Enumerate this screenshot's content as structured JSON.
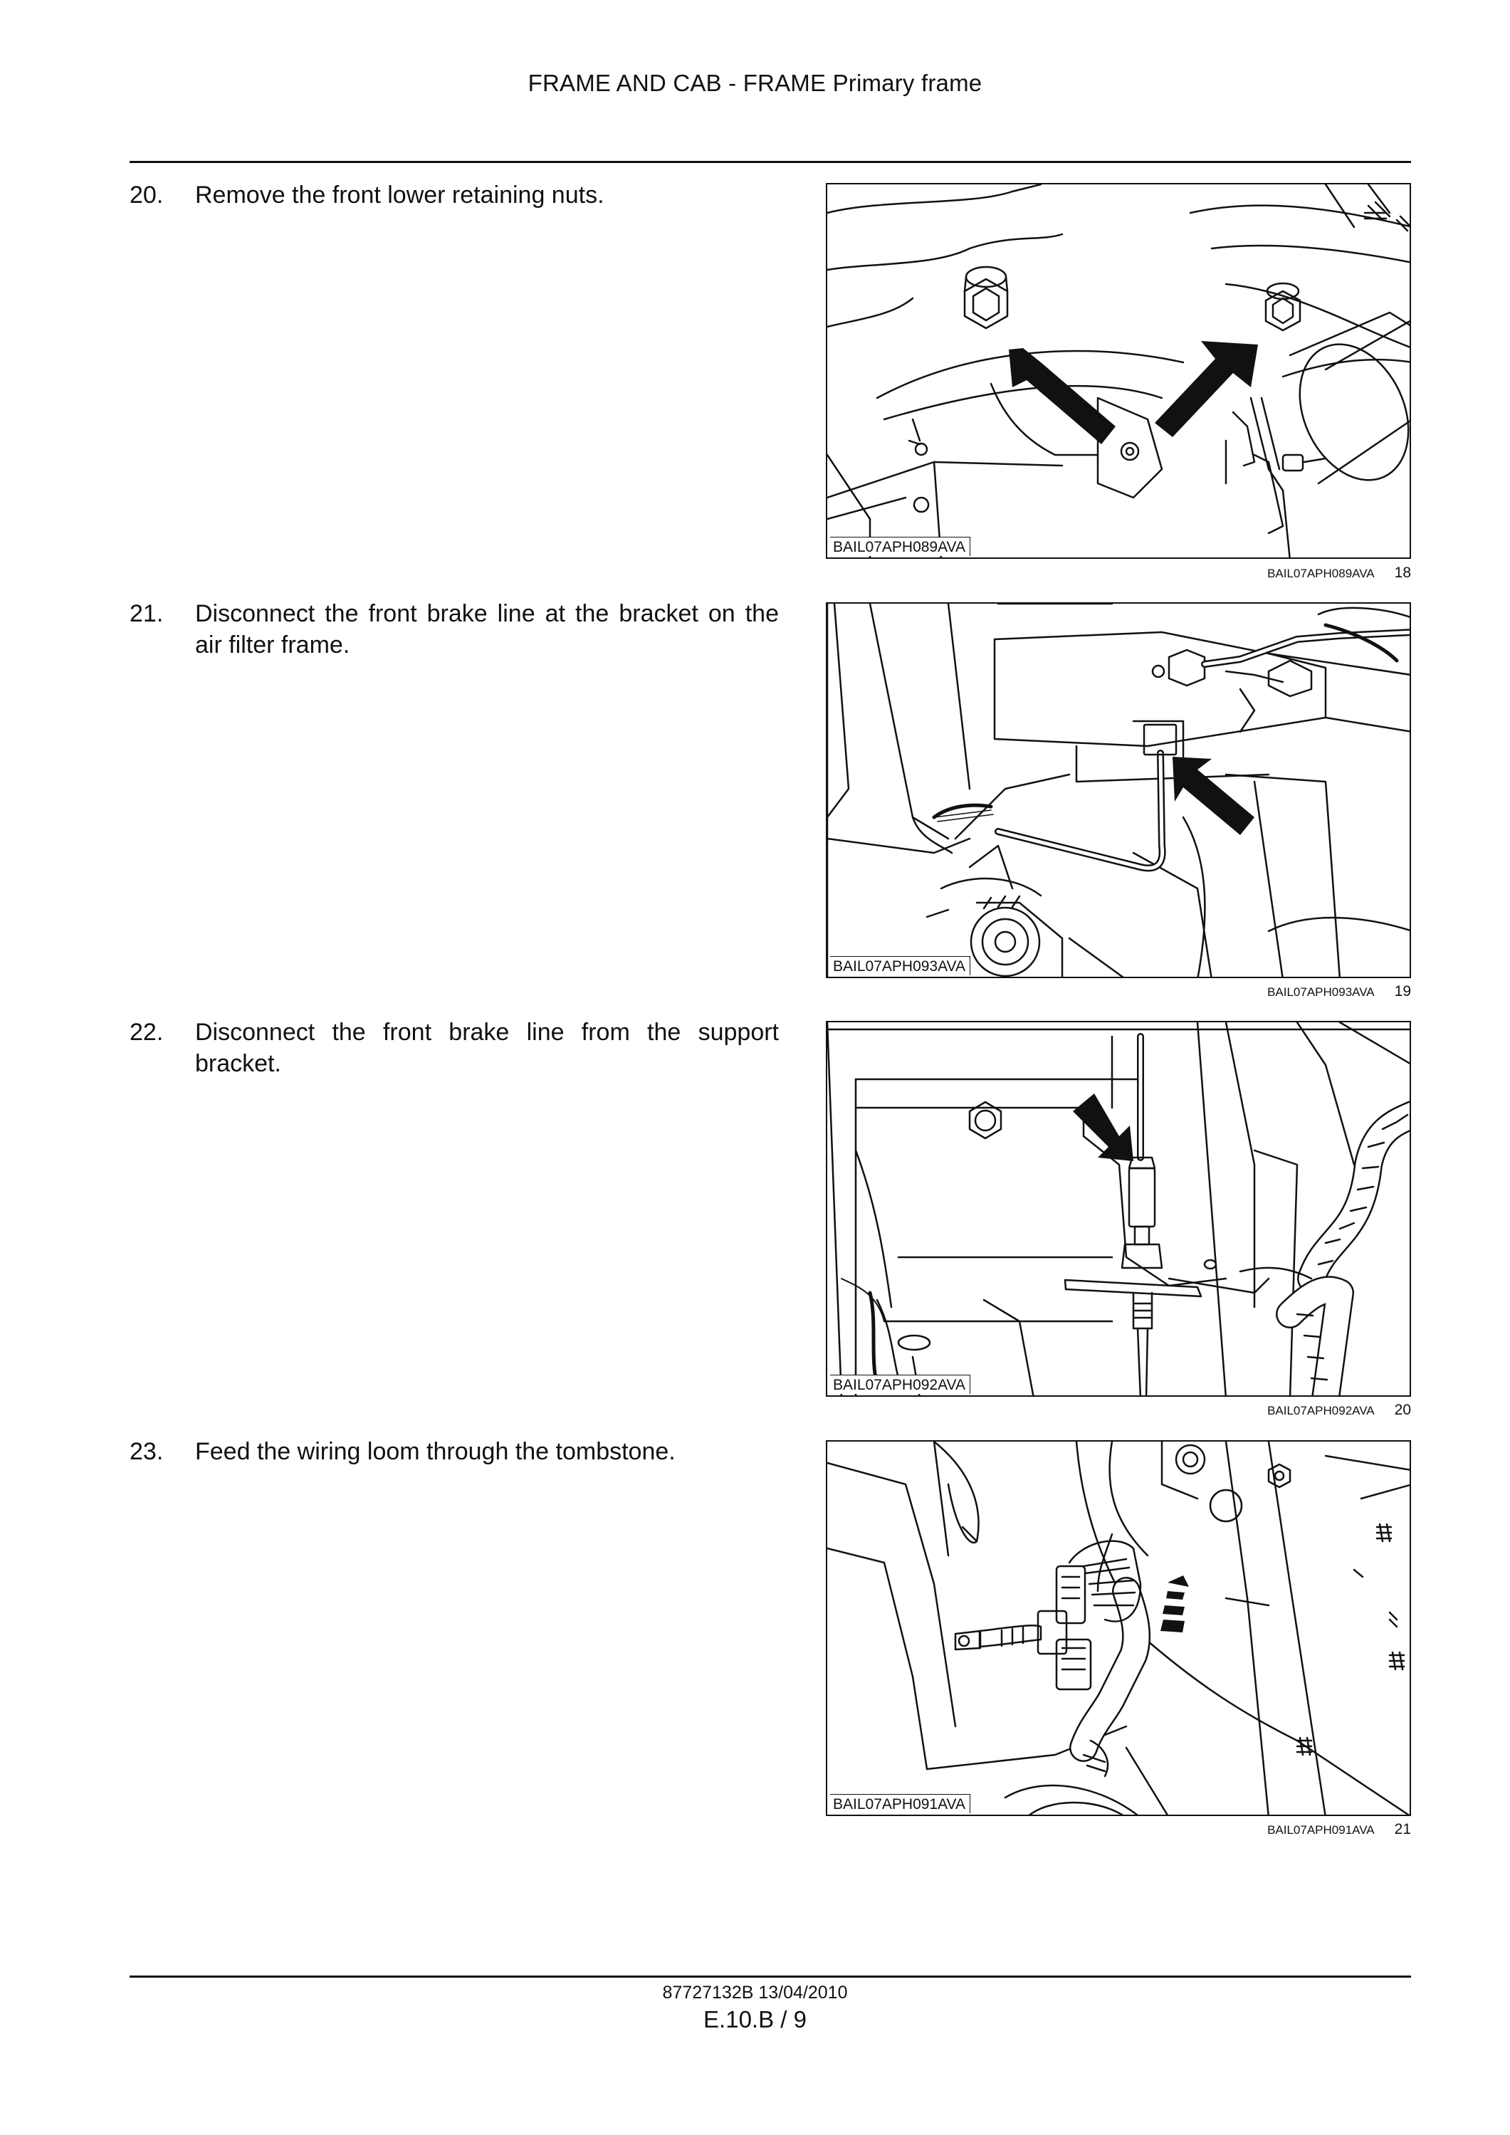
{
  "header": {
    "title": "FRAME AND CAB - FRAME Primary frame"
  },
  "steps": [
    {
      "number": "20.",
      "text": "Remove the front lower retaining nuts.",
      "figure": {
        "code": "BAIL07APH089AVA",
        "caption_code": "BAIL07APH089AVA",
        "caption_number": "18"
      }
    },
    {
      "number": "21.",
      "text": "Disconnect the front brake line at the bracket on the air filter frame.",
      "figure": {
        "code": "BAIL07APH093AVA",
        "caption_code": "BAIL07APH093AVA",
        "caption_number": "19"
      }
    },
    {
      "number": "22.",
      "text": "Disconnect the front brake line from the support bracket.",
      "figure": {
        "code": "BAIL07APH092AVA",
        "caption_code": "BAIL07APH092AVA",
        "caption_number": "20"
      }
    },
    {
      "number": "23.",
      "text": "Feed the wiring loom through the tombstone.",
      "figure": {
        "code": "BAIL07APH091AVA",
        "caption_code": "BAIL07APH091AVA",
        "caption_number": "21"
      }
    }
  ],
  "footer": {
    "doc_code": "87727132B 13/04/2010",
    "page": "E.10.B / 9"
  }
}
